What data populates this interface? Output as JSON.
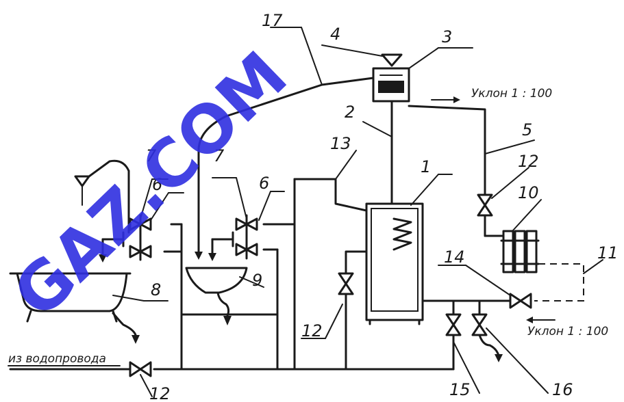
{
  "watermark": "GAZ.COM",
  "labels": {
    "n1": "1",
    "n2": "2",
    "n3": "3",
    "n4": "4",
    "n5": "5",
    "n6a": "6",
    "n6b": "6",
    "n7a": "7",
    "n7b": "7",
    "n8": "8",
    "n9": "9",
    "n10": "10",
    "n11": "11",
    "n12a": "12",
    "n12b": "12",
    "n12c": "12",
    "n13": "13",
    "n14": "14",
    "n15": "15",
    "n16": "16",
    "n17": "17"
  },
  "notes": {
    "slope_top": "Уклон  1 : 100",
    "slope_bottom": "Уклон  1 : 100",
    "water_supply": "из водопровода"
  }
}
